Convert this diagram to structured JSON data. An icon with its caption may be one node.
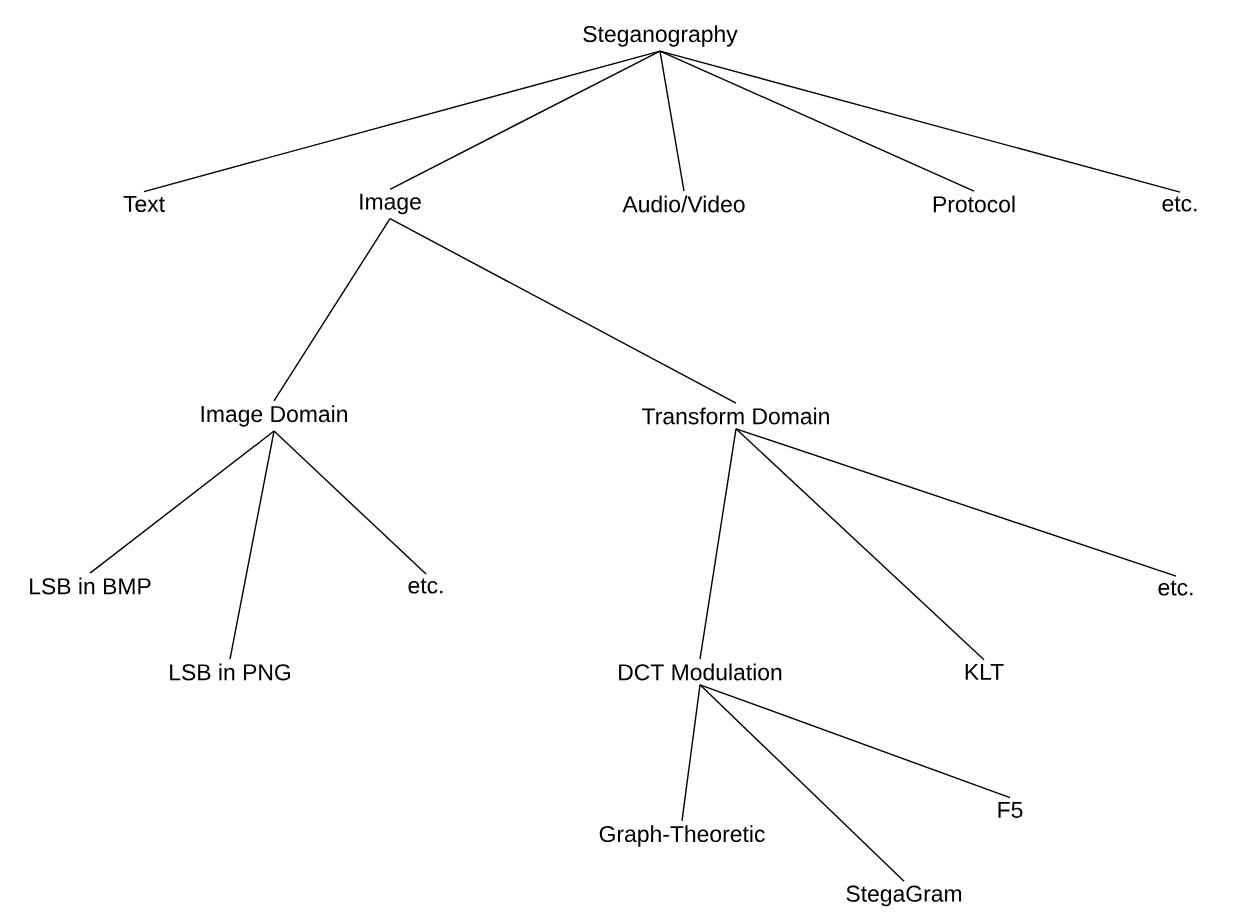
{
  "diagram": {
    "nodes": [
      {
        "text": [
          "Steganography"
        ]
      },
      {
        "text": [
          "Text"
        ]
      },
      {
        "text": [
          "Image"
        ]
      },
      {
        "text": [
          "Audio/Video"
        ]
      },
      {
        "text": [
          "Protocol"
        ]
      },
      {
        "text": [
          "etc."
        ]
      },
      {
        "text": [
          "Image Domain"
        ]
      },
      {
        "text": [
          "Transform Domain"
        ]
      },
      {
        "text": [
          "LSB in BMP"
        ]
      },
      {
        "text": [
          "LSB in PNG"
        ]
      },
      {
        "text": [
          "etc."
        ]
      },
      {
        "text": [
          "DCT Modulation"
        ]
      },
      {
        "text": [
          "KLT"
        ]
      },
      {
        "text": [
          "etc."
        ]
      },
      {
        "text": [
          "Graph-Theoretic"
        ]
      },
      {
        "text": [
          "F5"
        ]
      },
      {
        "text": [
          "StegaGram"
        ]
      }
    ],
    "edges": [
      {
        "from": 0,
        "to": 1,
        "arrow": "none"
      },
      {
        "from": 0,
        "to": 2,
        "arrow": "none"
      },
      {
        "from": 0,
        "to": 3,
        "arrow": "none"
      },
      {
        "from": 0,
        "to": 4,
        "arrow": "none"
      },
      {
        "from": 0,
        "to": 5,
        "arrow": "none"
      },
      {
        "from": 2,
        "to": 6,
        "arrow": "none"
      },
      {
        "from": 2,
        "to": 7,
        "arrow": "none"
      },
      {
        "from": 6,
        "to": 8,
        "arrow": "none"
      },
      {
        "from": 6,
        "to": 9,
        "arrow": "none"
      },
      {
        "from": 6,
        "to": 10,
        "arrow": "none"
      },
      {
        "from": 7,
        "to": 11,
        "arrow": "none"
      },
      {
        "from": 7,
        "to": 12,
        "arrow": "none"
      },
      {
        "from": 7,
        "to": 13,
        "arrow": "none"
      },
      {
        "from": 11,
        "to": 14,
        "arrow": "none"
      },
      {
        "from": 11,
        "to": 15,
        "arrow": "none"
      },
      {
        "from": 11,
        "to": 16,
        "arrow": "none"
      }
    ]
  }
}
